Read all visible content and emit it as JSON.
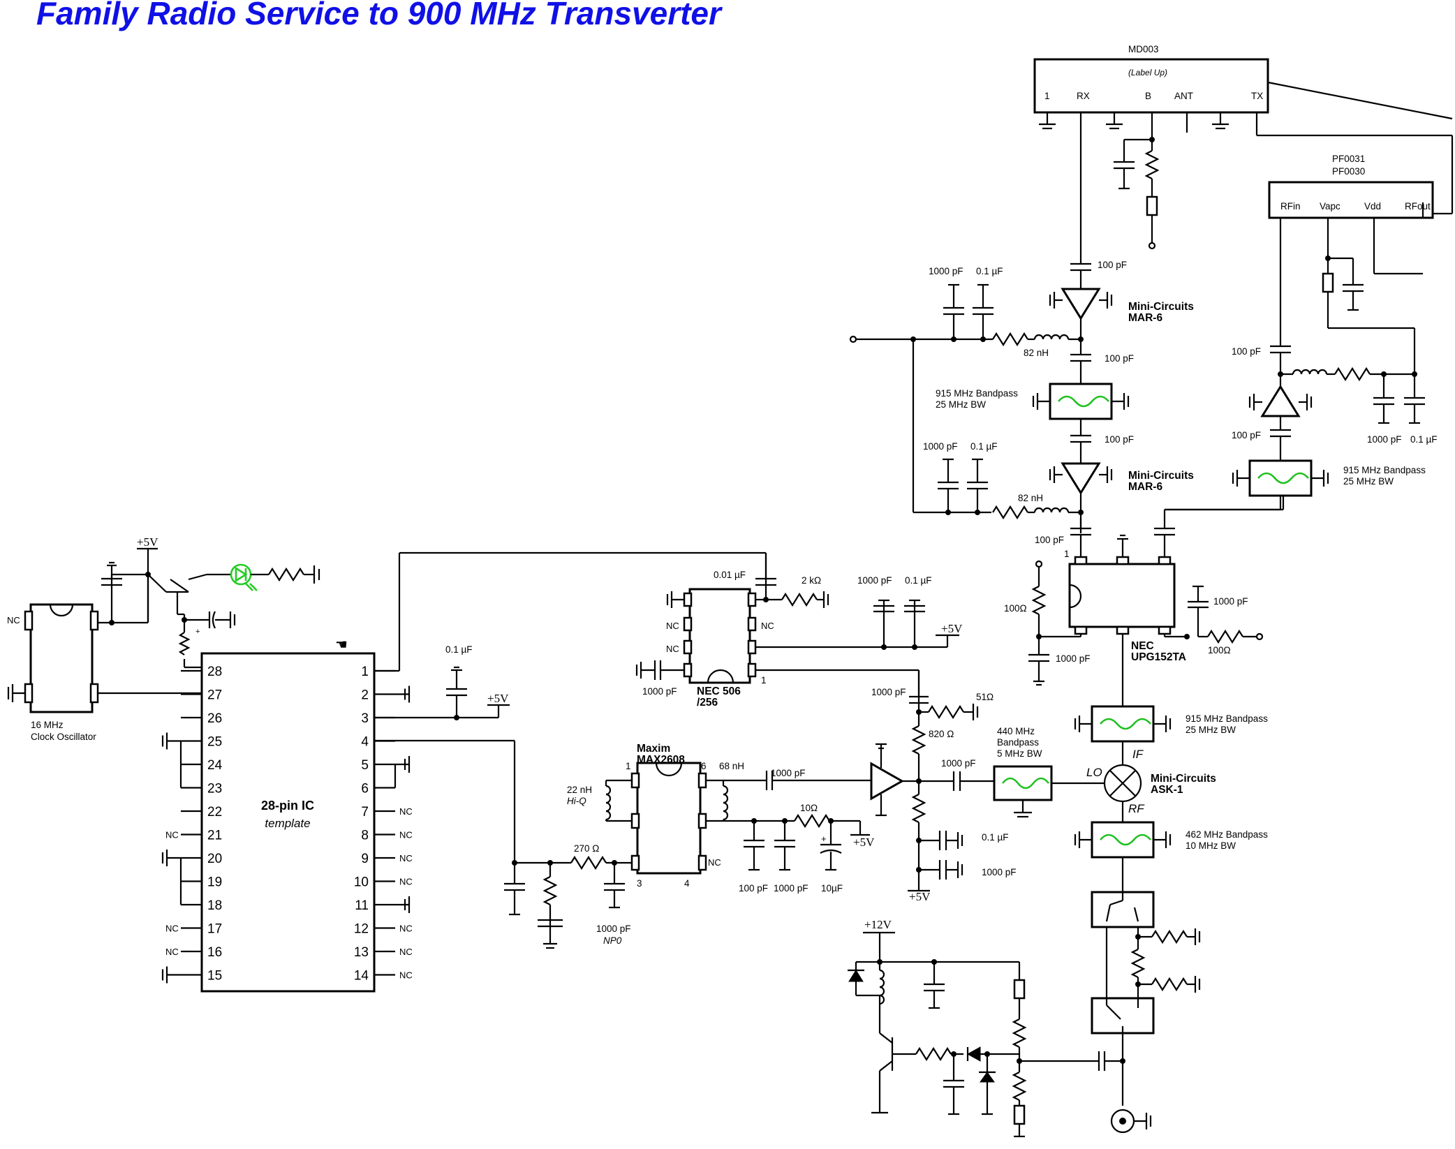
{
  "title": "Family Radio Service to 900 MHz Transverter",
  "ic28": {
    "name_line1": "28-pin IC",
    "name_line2": "template",
    "left_pins": [
      "28",
      "27",
      "26",
      "25",
      "24",
      "23",
      "22",
      "21",
      "20",
      "19",
      "18",
      "17",
      "16",
      "15"
    ],
    "right_pins": [
      "1",
      "2",
      "3",
      "4",
      "5",
      "6",
      "7",
      "8",
      "9",
      "10",
      "11",
      "12",
      "13",
      "14"
    ]
  },
  "nc": "NC",
  "oscillator": {
    "line1": "16 MHz",
    "line2": "Clock Oscillator"
  },
  "supplies": {
    "p5v": "+5V",
    "p12v": "+12V"
  },
  "md003": {
    "name": "MD003",
    "note": "(Label Up)",
    "pins": [
      "1",
      "RX",
      "B",
      "ANT",
      "TX"
    ]
  },
  "pf003": {
    "name1": "PF0031",
    "name2": "PF0030",
    "pins": [
      "RFin",
      "Vapc",
      "Vdd",
      "RFout"
    ]
  },
  "amplifier": {
    "line1": "Mini-Circuits",
    "line2": "MAR-6"
  },
  "mixer": {
    "line1": "Mini-Circuits",
    "line2": "ASK-1",
    "if": "IF",
    "lo": "LO",
    "rf": "RF"
  },
  "filters": {
    "bp915_1": "915 MHz Bandpass",
    "bp915_2": "25 MHz BW",
    "bp440_1": "440 MHz",
    "bp440_2": "Bandpass",
    "bp440_3": "5 MHz BW",
    "bp462_1": "462 MHz Bandpass",
    "bp462_2": "10 MHz BW"
  },
  "nec_upg": {
    "line1": "NEC",
    "line2": "UPG152TA",
    "pin1": "1"
  },
  "nec_506": {
    "line1": "NEC 506",
    "line2": "/256",
    "pin1": "1"
  },
  "maxim": {
    "line1": "Maxim",
    "line2": "MAX2608",
    "pins": [
      "1",
      "6",
      "3",
      "4"
    ]
  },
  "values": {
    "c100p": "100 pF",
    "c1000p": "1000 pF",
    "c01u": "0.1 µF",
    "c001u": "0.01 µF",
    "c10u": "10µF",
    "l82n": "82 nH",
    "l22n": "22 nH",
    "hiq": "Hi-Q",
    "l68n": "68 nH",
    "r2k": "2  kΩ",
    "r100a": "100Ω",
    "r51": "51Ω",
    "r820": "820  Ω",
    "r270": "270  Ω",
    "r10": "10Ω",
    "np0": "NP0"
  }
}
